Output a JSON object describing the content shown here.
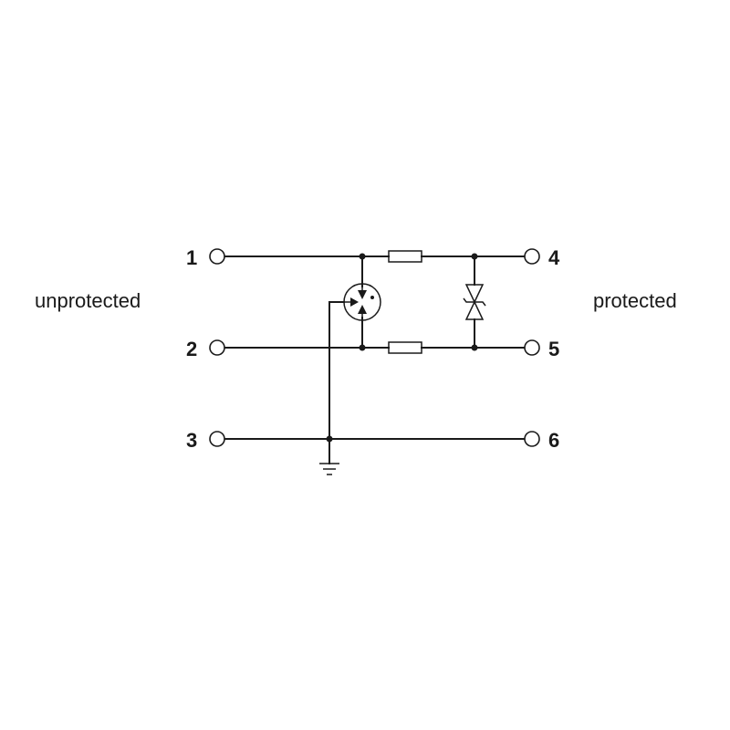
{
  "diagram": {
    "labels": {
      "left_side": "unprotected",
      "right_side": "protected"
    },
    "terminals": {
      "t1": "1",
      "t2": "2",
      "t3": "3",
      "t4": "4",
      "t5": "5",
      "t6": "6"
    },
    "components": {
      "gas_discharge_tube": "gas-discharge-tube-icon",
      "resistor_top": "resistor-icon",
      "resistor_bottom": "resistor-icon",
      "tvs_diode": "bidirectional-tvs-diode-icon",
      "ground": "ground-icon"
    },
    "colors": {
      "line": "#1a1a1a",
      "background": "#ffffff"
    }
  }
}
